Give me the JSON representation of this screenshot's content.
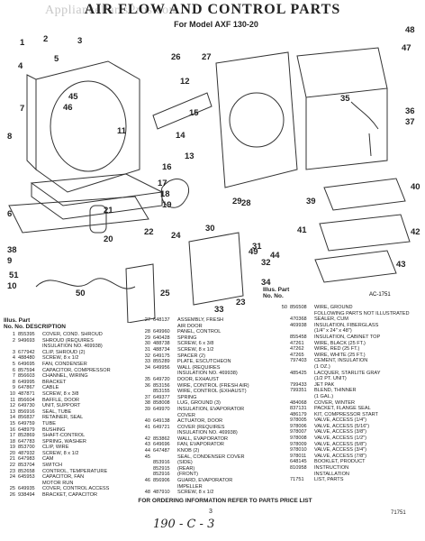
{
  "header": {
    "title": "AIR FLOW AND CONTROL PARTS",
    "model": "For Model AXF 130-20",
    "watermark": "AppliancePartsPros.com"
  },
  "diagram_label": "AC-1751",
  "illus_left": {
    "line1": "Illus. Part",
    "line2": "No.    No.        DESCRIPTION"
  },
  "illus_right_head": {
    "line1": "Illus. Part",
    "line2": "No.    No."
  },
  "callouts": [
    "1",
    "2",
    "3",
    "4",
    "5",
    "6",
    "7",
    "8",
    "9",
    "10",
    "11",
    "12",
    "13",
    "14",
    "15",
    "16",
    "17",
    "18",
    "19",
    "20",
    "21",
    "22",
    "23",
    "24",
    "25",
    "26",
    "27",
    "28",
    "29",
    "30",
    "31",
    "32",
    "33",
    "34",
    "35",
    "36",
    "37",
    "38",
    "39",
    "40",
    "41",
    "42",
    "43",
    "44",
    "45",
    "46",
    "47",
    "48",
    "49",
    "50",
    "51"
  ],
  "parts_col1": [
    [
      "1",
      "855395",
      "COVER, COND. SHROUD"
    ],
    [
      "2",
      "949693",
      "SHROUD (REQUIRES"
    ],
    [
      "",
      "",
      "INSULATION NO. 469938)"
    ],
    [
      "3",
      "677942",
      "CLIP, SHROUD (2)"
    ],
    [
      "4",
      "488480",
      "SCREW, 8 x 1/2"
    ],
    [
      "5",
      "649695",
      "FAN, CONDENSER"
    ],
    [
      "6",
      "857594",
      "CAPACITOR, COMPRESSOR"
    ],
    [
      "7",
      "856603",
      "CHANNEL, WIRING"
    ],
    [
      "8",
      "649995",
      "BRACKET"
    ],
    [
      "9",
      "647867",
      "CABLE"
    ],
    [
      "10",
      "487871",
      "SCREW, 8 x 3/8"
    ],
    [
      "11",
      "856604",
      "BAFFLE, DOOR"
    ],
    [
      "12",
      "649730",
      "UNIT, SUPPORT"
    ],
    [
      "13",
      "856916",
      "SEAL, TUBE"
    ],
    [
      "14",
      "856837",
      "RETAINER, SEAL"
    ],
    [
      "15",
      "649759",
      "TUBE"
    ],
    [
      "16",
      "648979",
      "BUSHING"
    ],
    [
      "17",
      "852869",
      "SHAFT-CONTROL"
    ],
    [
      "18",
      "647783",
      "SPRING, WASHER"
    ],
    [
      "19",
      "853700",
      "CLIP, WIRE"
    ],
    [
      "20",
      "487932",
      "SCREW, 8 x 1/2"
    ],
    [
      "21",
      "647983",
      "CAM"
    ],
    [
      "22",
      "853704",
      "SWITCH"
    ],
    [
      "23",
      "852658",
      "CONTROL, TEMPERATURE"
    ],
    [
      "24",
      "645953",
      "CAPACITOR, FAN"
    ],
    [
      "",
      "",
      "MOTOR RUN"
    ],
    [
      "25",
      "649935",
      "COVER, CONTROL ACCESS"
    ],
    [
      "26",
      "938494",
      "BRACKET, CAPACITOR"
    ]
  ],
  "parts_col2": [
    [
      "27",
      "648137",
      "ASSEMBLY, FRESH"
    ],
    [
      "",
      "",
      "AIR DOOR"
    ],
    [
      "28",
      "649960",
      "PANEL, CONTROL"
    ],
    [
      "29",
      "640428",
      "SPRING"
    ],
    [
      "30",
      "488738",
      "SCREW, 6 x 3/8"
    ],
    [
      "31",
      "488734",
      "SCREW, 8 x 1/2"
    ],
    [
      "32",
      "649175",
      "SPACER (2)"
    ],
    [
      "33",
      "855289",
      "PLATE, ESCUTCHEON"
    ],
    [
      "34",
      "649956",
      "WALL (REQUIRES"
    ],
    [
      "",
      "",
      "INSULATION NO. 469938)"
    ],
    [
      "35",
      "649720",
      "DOOR, EXHAUST"
    ],
    [
      "36",
      "853156",
      "WIRE, CONTROL (FRESH AIR)"
    ],
    [
      "",
      "853155",
      "WIRE, CONTROL (EXHAUST)"
    ],
    [
      "37",
      "649377",
      "SPRING"
    ],
    [
      "38",
      "858008",
      "LUG, GROUND (3)"
    ],
    [
      "39",
      "649970",
      "INSULATION, EVAPORATOR"
    ],
    [
      "",
      "",
      "COVER"
    ],
    [
      "40",
      "649138",
      "ACTUATOR, DOOR"
    ],
    [
      "41",
      "649721",
      "COVER (REQUIRES"
    ],
    [
      "",
      "",
      "INSULATION NO. 469938)"
    ],
    [
      "42",
      "853862",
      "WALL, EVAPORATOR"
    ],
    [
      "43",
      "649696",
      "FAN, EVAPORATOR"
    ],
    [
      "44",
      "647487",
      "KNOB (2)"
    ],
    [
      "45",
      "",
      "SEAL, CONDENSER COVER"
    ],
    [
      "",
      "853916",
      "(SIDE)"
    ],
    [
      "",
      "852915",
      "(REAR)"
    ],
    [
      "",
      "852916",
      "(FRONT)"
    ],
    [
      "46",
      "856906",
      "GUARD, EVAPORATOR"
    ],
    [
      "",
      "",
      "IMPELLER"
    ],
    [
      "48",
      "487910",
      "SCREW, 8 x 1/2"
    ]
  ],
  "parts_col3": [
    [
      "50",
      "856508",
      "WIRE, GROUND"
    ],
    [
      "",
      "",
      "FOLLOWING PARTS NOT ILLUSTRATED"
    ],
    [
      "",
      "470368",
      "SEALER, CUM"
    ],
    [
      "",
      "469938",
      "INSULATION, FIBERGLASS"
    ],
    [
      "",
      "",
      "(1/4\" x 24\" x 48\")"
    ],
    [
      "",
      "855458",
      "INSULATION, CABINET TOP"
    ],
    [
      "",
      "47261",
      "WIRE, BLACK (25 FT.)"
    ],
    [
      "",
      "47262",
      "WIRE, RED (25 FT.)"
    ],
    [
      "",
      "47265",
      "WIRE, WHITE (25 FT.)"
    ],
    [
      "",
      "797403",
      "CEMENT, INSULATION"
    ],
    [
      "",
      "",
      "(1 OZ.)"
    ],
    [
      "",
      "485425",
      "LACQUER, STARLITE GRAY"
    ],
    [
      "",
      "",
      "(1/2 PT. UNIT)"
    ],
    [
      "",
      "799433",
      "JET PAK"
    ],
    [
      "",
      "799351",
      "BLEND, THINNER"
    ],
    [
      "",
      "",
      "(1 GAL.)"
    ],
    [
      "",
      "484068",
      "COVER, WINTER"
    ],
    [
      "",
      "837131",
      "PACKET, FLANGE SEAL"
    ],
    [
      "",
      "486179",
      "KIT, COMPRESSOR START"
    ],
    [
      "",
      "978005",
      "VALVE, ACCESS (1/4\")"
    ],
    [
      "",
      "978006",
      "VALVE, ACCESS (5/16\")"
    ],
    [
      "",
      "978007",
      "VALVE, ACCESS (3/8\")"
    ],
    [
      "",
      "978008",
      "VALVE, ACCESS (1/2\")"
    ],
    [
      "",
      "978009",
      "VALVE, ACCESS (5/8\")"
    ],
    [
      "",
      "978010",
      "VALVE, ACCESS (3/4\")"
    ],
    [
      "",
      "978011",
      "VALVE, ACCESS (7/8\")"
    ],
    [
      "",
      "648145",
      "BOOKLET, PRODUCT"
    ],
    [
      "",
      "810958",
      "INSTRUCTION"
    ],
    [
      "",
      "",
      "INSTALLATION"
    ],
    [
      "",
      "71751",
      "LIST, PARTS"
    ]
  ],
  "footer": "FOR ORDERING INFORMATION REFER TO PARTS PRICE LIST",
  "page_number": "3",
  "handwritten": "190 - C - 3",
  "corner_code": "71751"
}
